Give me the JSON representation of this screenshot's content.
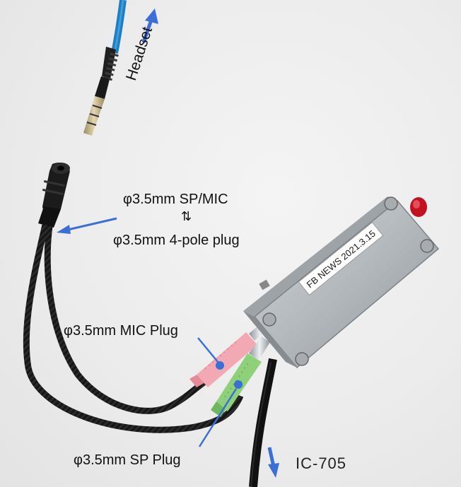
{
  "image": {
    "subject": "photo",
    "labels": {
      "headset": "Headset",
      "spmic_top": "φ3.5mm SP/MIC",
      "conversion_arrows": "⇅",
      "spmic_bottom": "φ3.5mm 4-pole plug",
      "mic_plug": "φ3.5mm MIC Plug",
      "sp_plug": "φ3.5mm SP Plug",
      "rig": "IC-705"
    },
    "box_label": "FB NEWS 2021.3.15",
    "colors": {
      "arrow": "#3b6fd6",
      "mic_plug": "#f2a9b3",
      "sp_plug": "#8fd07a",
      "cable": "#141414",
      "enclosure": "#b8bcc0",
      "button": "#c1121f",
      "headset_cable": "#1c7fc4"
    },
    "icons": [
      "arrow-up-right-icon",
      "arrow-left-icon",
      "arrow-down-icon"
    ]
  }
}
